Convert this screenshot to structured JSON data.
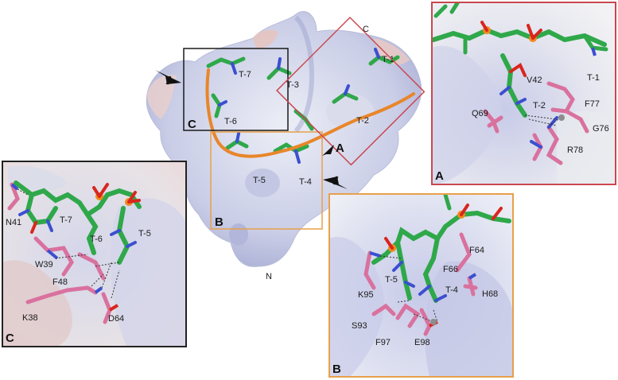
{
  "main": {
    "labels": {
      "t1": "T-1",
      "t2": "T-2",
      "t3": "T-3",
      "t4": "T-4",
      "t5": "T-5",
      "t6": "T-6",
      "t7": "T-7",
      "c_term": "C",
      "n_term": "N"
    },
    "box_letters": {
      "a": "A",
      "b": "B",
      "c": "C"
    }
  },
  "panel_a": {
    "letter": "A",
    "border_color": "#c9474f",
    "labels": {
      "v42": "V42",
      "t1": "T-1",
      "t2": "T-2",
      "q69": "Q69",
      "f77": "F77",
      "g76": "G76",
      "r78": "R78"
    }
  },
  "panel_b": {
    "letter": "B",
    "border_color": "#e8a04a",
    "labels": {
      "f64": "F64",
      "f66": "F66",
      "t5": "T-5",
      "k95": "K95",
      "t4": "T-4",
      "h68": "H68",
      "s93": "S93",
      "f97": "F97",
      "e98": "E98"
    }
  },
  "panel_c": {
    "letter": "C",
    "border_color": "#222222",
    "labels": {
      "n41": "N41",
      "t7": "T-7",
      "t6": "T-6",
      "t5": "T-5",
      "w39": "W39",
      "f48": "F48",
      "k38": "K38",
      "d64": "D64"
    }
  },
  "colors": {
    "surface": "#d9dbea",
    "surface_blue": "#a7abd3",
    "surface_red": "#e6c2c0",
    "dna_backbone": "#e8862a",
    "carbon_green": "#2fa84a",
    "nitrogen_blue": "#3b4fd0",
    "oxygen_red": "#d8261e",
    "phosphorus_orange": "#f08a1c",
    "residue_pink": "#d9719e"
  }
}
